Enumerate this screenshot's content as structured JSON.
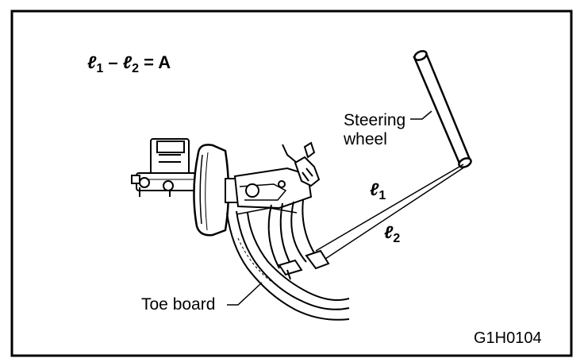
{
  "formula": {
    "l1": "ℓ",
    "l1_sub": "1",
    "minus": " – ",
    "l2": "ℓ",
    "l2_sub": "2",
    "equals": " = A"
  },
  "labels": {
    "steering_line1": "Steering",
    "steering_line2": "wheel",
    "toe_board": "Toe board",
    "l1": "ℓ",
    "l1_sub": "1",
    "l2": "ℓ",
    "l2_sub": "2"
  },
  "figure_id": "G1H0104",
  "colors": {
    "ink": "#000000",
    "paper": "#ffffff"
  }
}
